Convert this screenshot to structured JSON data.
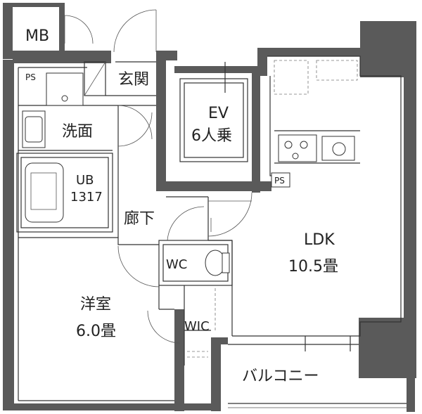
{
  "rooms": {
    "mb": "MB",
    "ps_left": "PS",
    "genkan": "玄関",
    "ev": "EV",
    "ev_capacity": "6人乗",
    "senmen": "洗面",
    "ub": "UB",
    "ub_size": "1317",
    "rouka": "廊下",
    "ldk": "LDK",
    "ldk_size": "10.5畳",
    "wc": "WC",
    "yoshitsu": "洋室",
    "yoshitsu_size": "6.0畳",
    "wic": "WIC",
    "balcony": "バルコニー",
    "ps_right": "PS"
  },
  "colors": {
    "wall": "#5a5a5a",
    "line": "#333333",
    "background": "#ffffff"
  }
}
